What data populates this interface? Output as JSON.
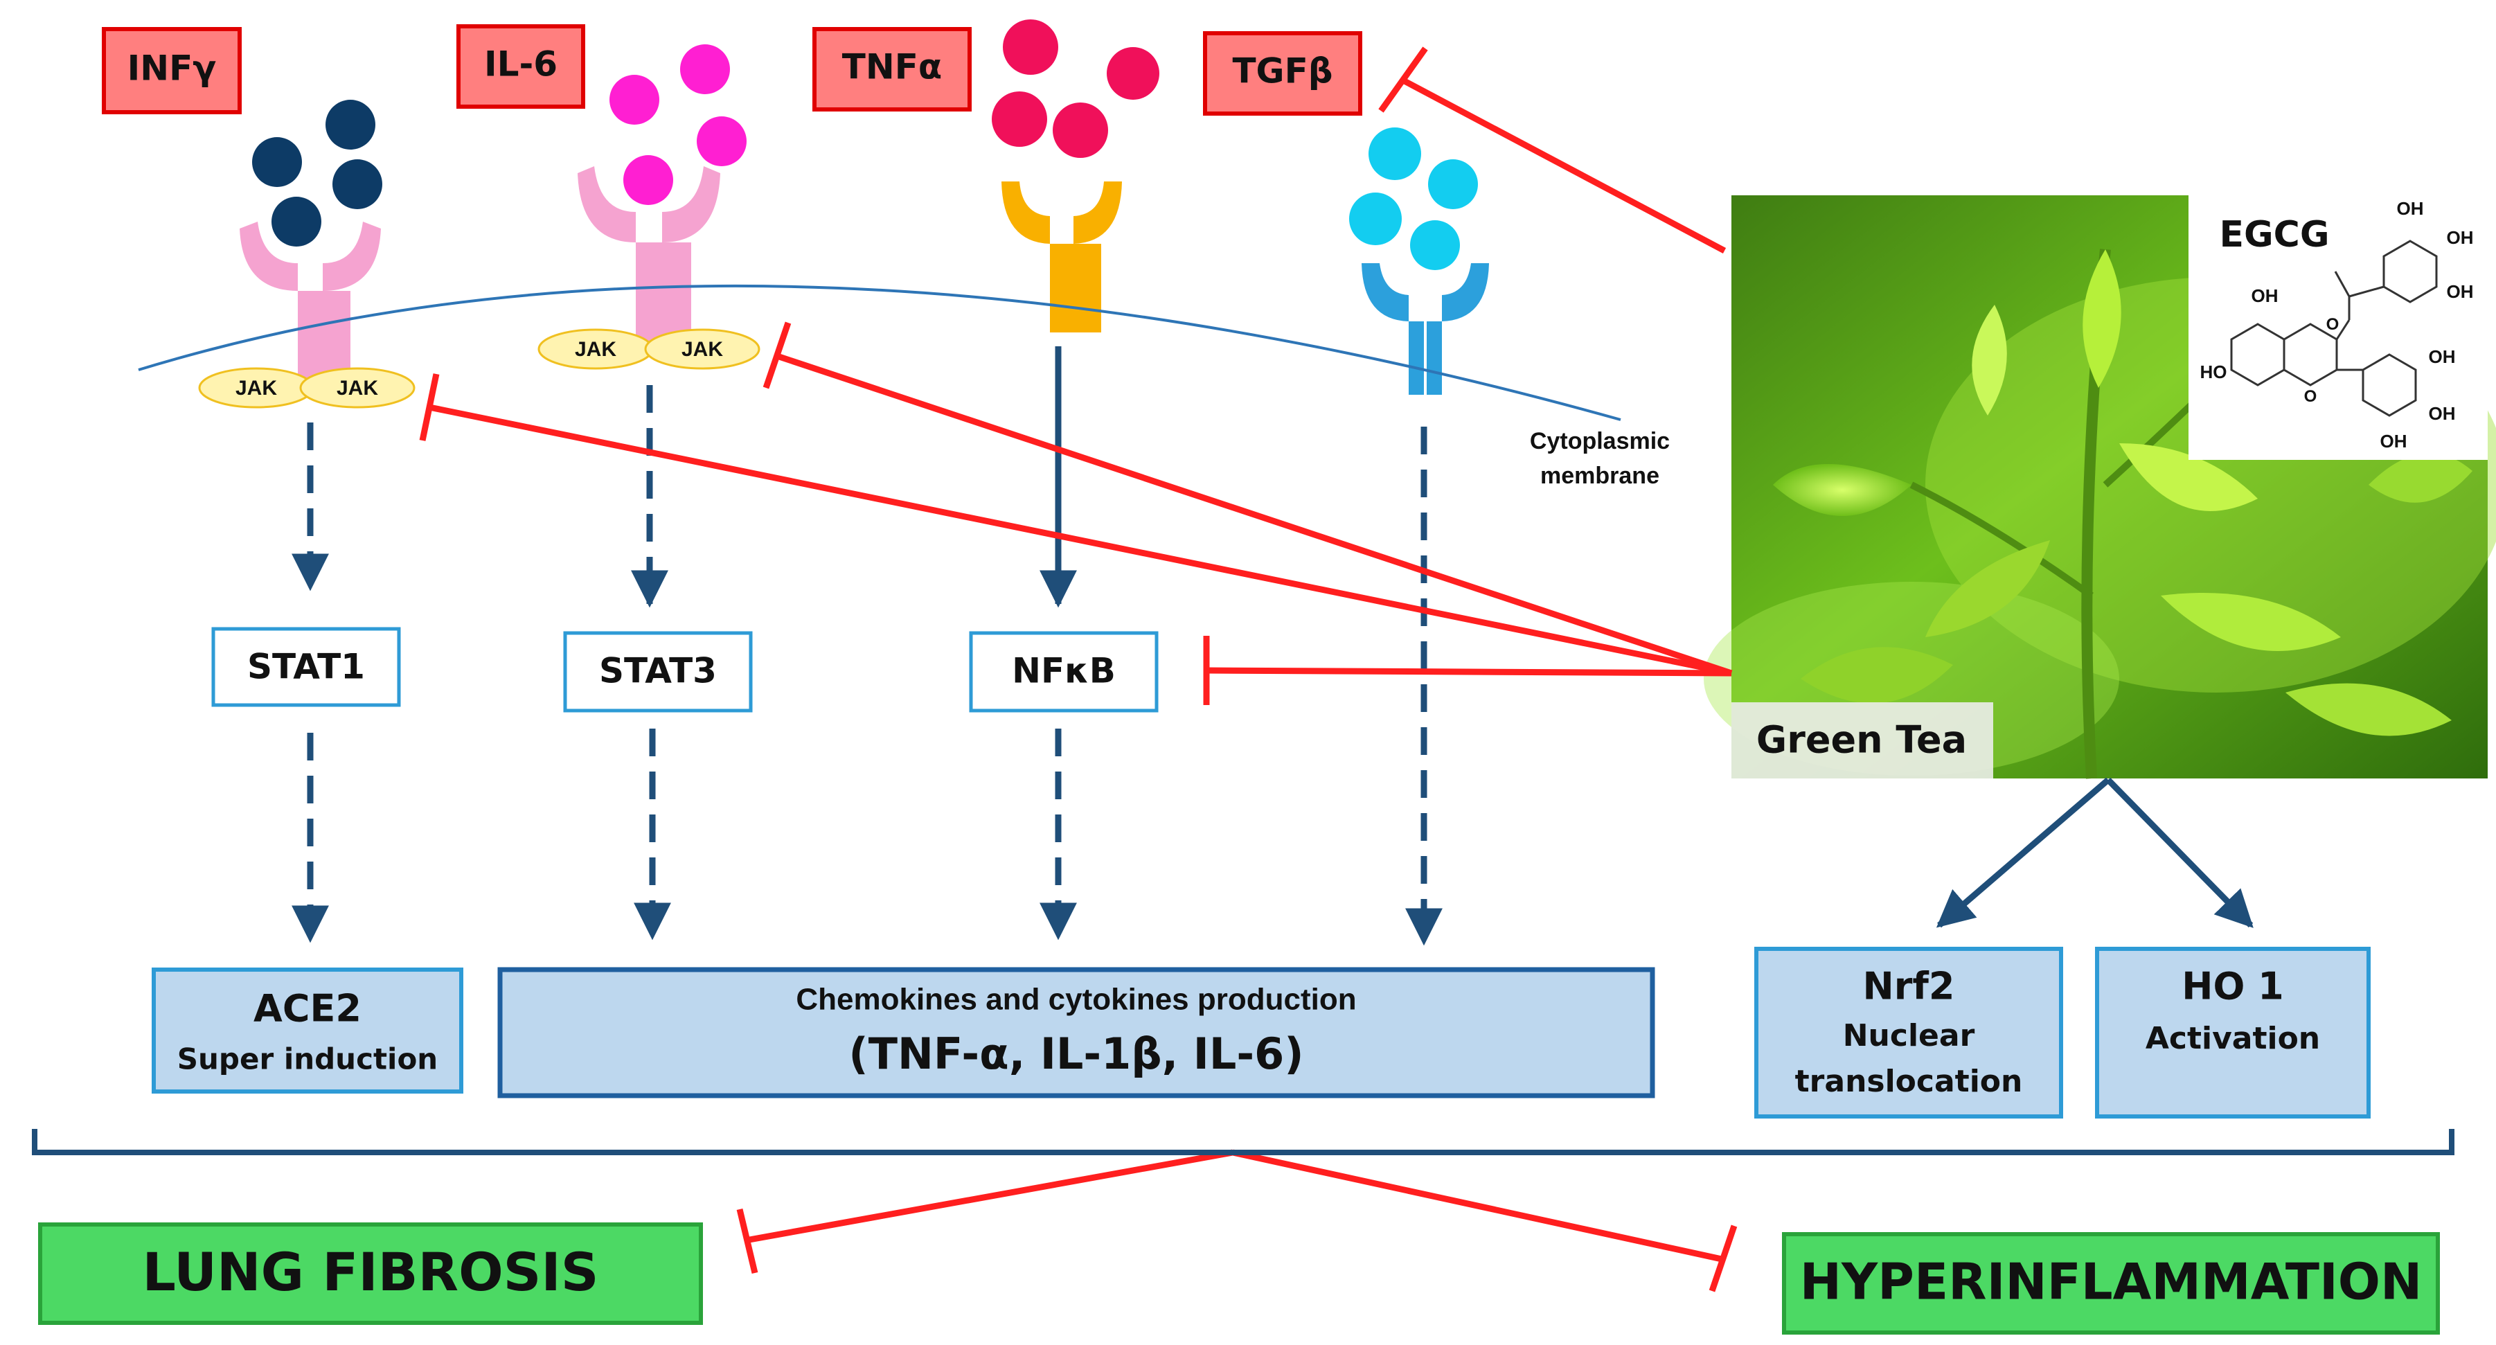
{
  "diagram": {
    "cytokines": {
      "infg": "INFγ",
      "il6": "IL-6",
      "tnfa": "TNFα",
      "tgfb": "TGFβ"
    },
    "jak_label": "JAK",
    "membrane": {
      "line1": "Cytoplasmic",
      "line2": "membrane"
    },
    "transcription": {
      "stat1": "STAT1",
      "stat3": "STAT3",
      "nfkb": "NFκB"
    },
    "outcomes": {
      "ace2_title": "ACE2",
      "ace2_sub": "Super induction",
      "chemokines_line1": "Chemokines and cytokines production",
      "chemokines_line2": "(TNF-α, IL-1β, IL-6)",
      "nrf2_title": "Nrf2",
      "nrf2_sub1": "Nuclear",
      "nrf2_sub2": "translocation",
      "ho1_title": "HO 1",
      "ho1_sub": "Activation"
    },
    "green_tea": {
      "label": "Green Tea",
      "compound": "EGCG",
      "oh": "OH",
      "ho": "HO",
      "o": "O"
    },
    "results": {
      "fibrosis": "LUNG FIBROSIS",
      "inflammation": "HYPERINFLAMMATION"
    },
    "colors": {
      "inhibit_red": "#ff1f1f",
      "pathway_navy": "#1f4e79",
      "label_red_bg": "#ff7f7f",
      "box_blue_bg": "#bdd7ee",
      "result_green": "#4cd964",
      "infg_dot": "#0d3b66",
      "il6_dot": "#ff1fd2",
      "tnfa_dot": "#f0105a",
      "tgfb_dot": "#13cdf0",
      "pink_receptor": "#f5a3d0",
      "orange_receptor": "#f9b000",
      "blue_receptor": "#2ca0dc"
    }
  }
}
